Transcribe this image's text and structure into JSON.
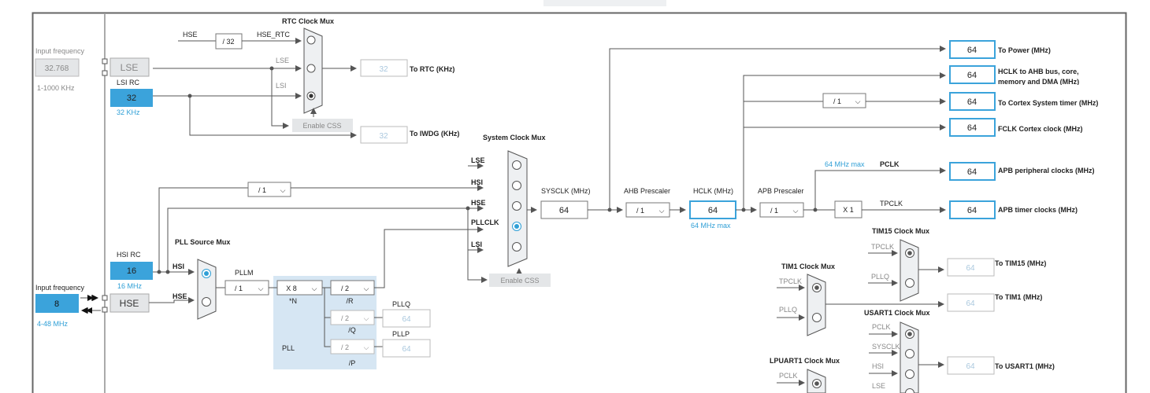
{
  "colors": {
    "accent": "#3ba3db",
    "accent_text": "#2f9fd6",
    "grey_box": "#e4e6e8",
    "pll_area": "#d6e6f3"
  },
  "inputs": {
    "lse_input": {
      "label": "Input frequency",
      "value": "32.768",
      "range": "1-1000 KHz"
    },
    "hse_input": {
      "label": "Input frequency",
      "value": "8",
      "range": "4-48 MHz"
    }
  },
  "sources": {
    "lse": "LSE",
    "lsi_label": "LSI RC",
    "lsi_value": "32",
    "lsi_unit": "32 KHz",
    "hsi_label": "HSI RC",
    "hsi_value": "16",
    "hsi_unit": "16 MHz",
    "hse": "HSE"
  },
  "rtc": {
    "title": "RTC Clock Mux",
    "hse": "HSE",
    "div": "/ 32",
    "hse_rtc": "HSE_RTC",
    "lse": "LSE",
    "lsi": "LSI",
    "enable_css": "Enable CSS",
    "out_value": "32",
    "out_label": "To RTC (KHz)",
    "iwdg_value": "32",
    "iwdg_label": "To IWDG (KHz)"
  },
  "pll": {
    "source_title": "PLL Source Mux",
    "hsi": "HSI",
    "hse": "HSE",
    "pllm_label": "PLLM",
    "pllm_value": "/ 1",
    "n_value": "X 8",
    "n_label": "*N",
    "r_value": "/ 2",
    "r_label": "/R",
    "q_value": "/ 2",
    "q_label": "/Q",
    "p_value": "/ 2",
    "p_label": "/P",
    "pllq_label": "PLLQ",
    "pllq_value": "64",
    "pllp_label": "PLLP",
    "pllp_value": "64",
    "pll_label": "PLL"
  },
  "sysmux": {
    "title": "System Clock Mux",
    "lse": "LSE",
    "hsi": "HSI",
    "hse": "HSE",
    "pllclk": "PLLCLK",
    "lsi": "LSI",
    "hsi_div": "/ 1",
    "enable_css": "Enable CSS"
  },
  "sysclk": {
    "label": "SYSCLK (MHz)",
    "value": "64"
  },
  "ahb": {
    "label": "AHB Prescaler",
    "value": "/ 1"
  },
  "hclk": {
    "label": "HCLK (MHz)",
    "value": "64",
    "max": "64 MHz max"
  },
  "apb": {
    "label": "APB Prescaler",
    "value": "/ 1",
    "max": "64 MHz max",
    "pclk": "PCLK",
    "tpclk": "TPCLK",
    "mult": "X 1"
  },
  "outputs": {
    "power_value": "64",
    "power_label": "To Power (MHz)",
    "hclk_value": "64",
    "hclk_label1": "HCLK to AHB bus, core,",
    "hclk_label2": "memory and DMA (MHz)",
    "systimer_div": "/ 1",
    "systimer_value": "64",
    "systimer_label": "To Cortex System timer (MHz)",
    "fclk_value": "64",
    "fclk_label": "FCLK Cortex clock (MHz)",
    "apb_periph_value": "64",
    "apb_periph_label": "APB peripheral clocks (MHz)",
    "apb_timer_value": "64",
    "apb_timer_label": "APB timer clocks (MHz)"
  },
  "tim15": {
    "title": "TIM15 Clock Mux",
    "in1": "TPCLK",
    "in2": "PLLQ",
    "value": "64",
    "label": "To TIM15 (MHz)"
  },
  "tim1": {
    "title": "TIM1 Clock Mux",
    "in1": "TPCLK",
    "in2": "PLLQ",
    "value": "64",
    "label": "To TIM1 (MHz)"
  },
  "usart1": {
    "title": "USART1 Clock Mux",
    "in1": "PCLK",
    "in2": "SYSCLK",
    "in3": "HSI",
    "in4": "LSE",
    "value": "64",
    "label": "To USART1 (MHz)"
  },
  "lpuart1": {
    "title": "LPUART1 Clock Mux",
    "in1": "PCLK"
  }
}
